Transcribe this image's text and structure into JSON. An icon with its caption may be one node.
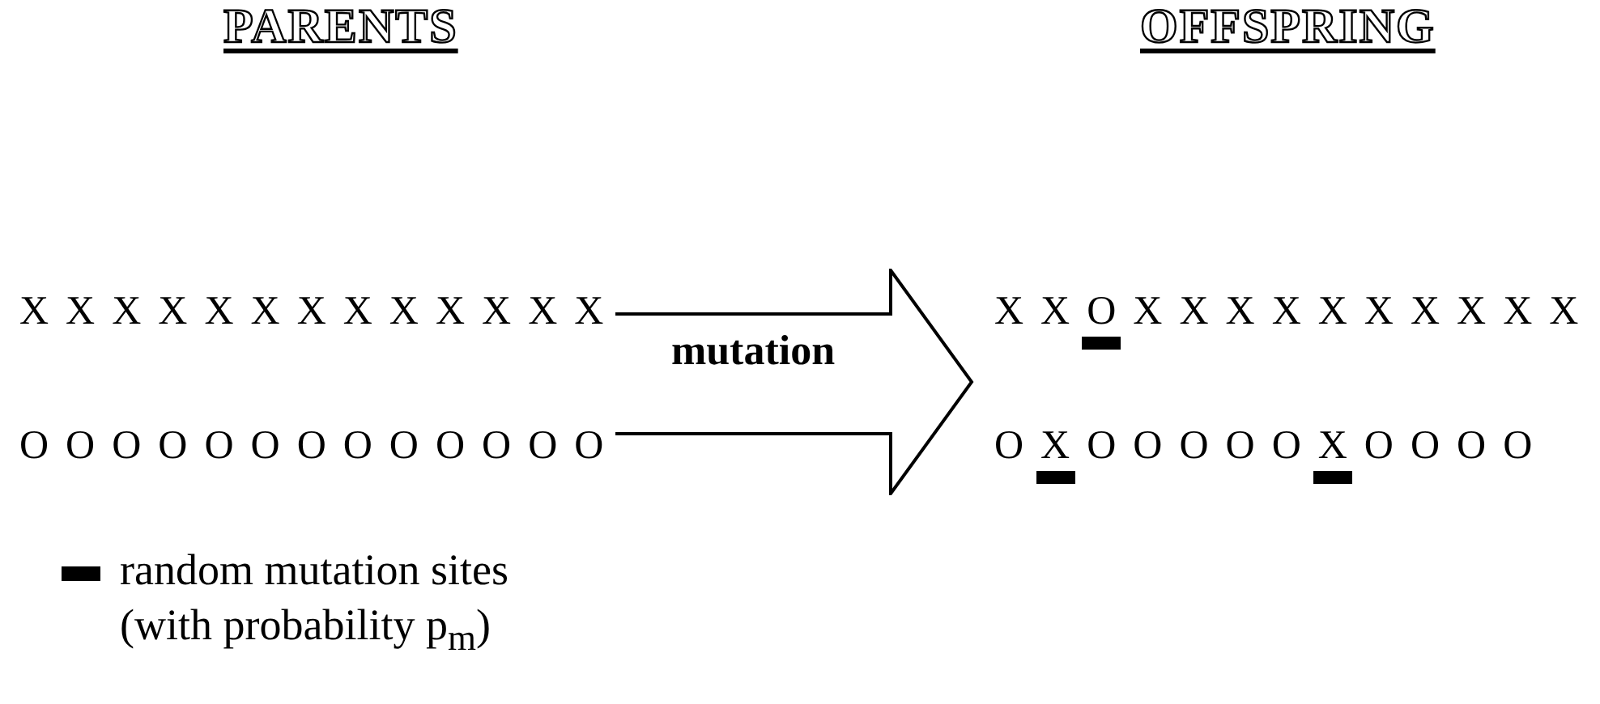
{
  "diagram": {
    "nodes": [
      {
        "text": [
          "mutation"
        ]
      }
    ],
    "edges": [],
    "labels": [
      "PARENTS",
      "OFFSPRING",
      "XXXXXXXXXXXXX",
      "XXOXXXXXXXXXX",
      "OOOOOOOOOOOOO",
      "OXOOOOOXOOOO"
    ],
    "legend": [
      {
        "text": "random mutation sites (with probability p$_{m}$)",
        "color": "#000000"
      }
    ]
  }
}
